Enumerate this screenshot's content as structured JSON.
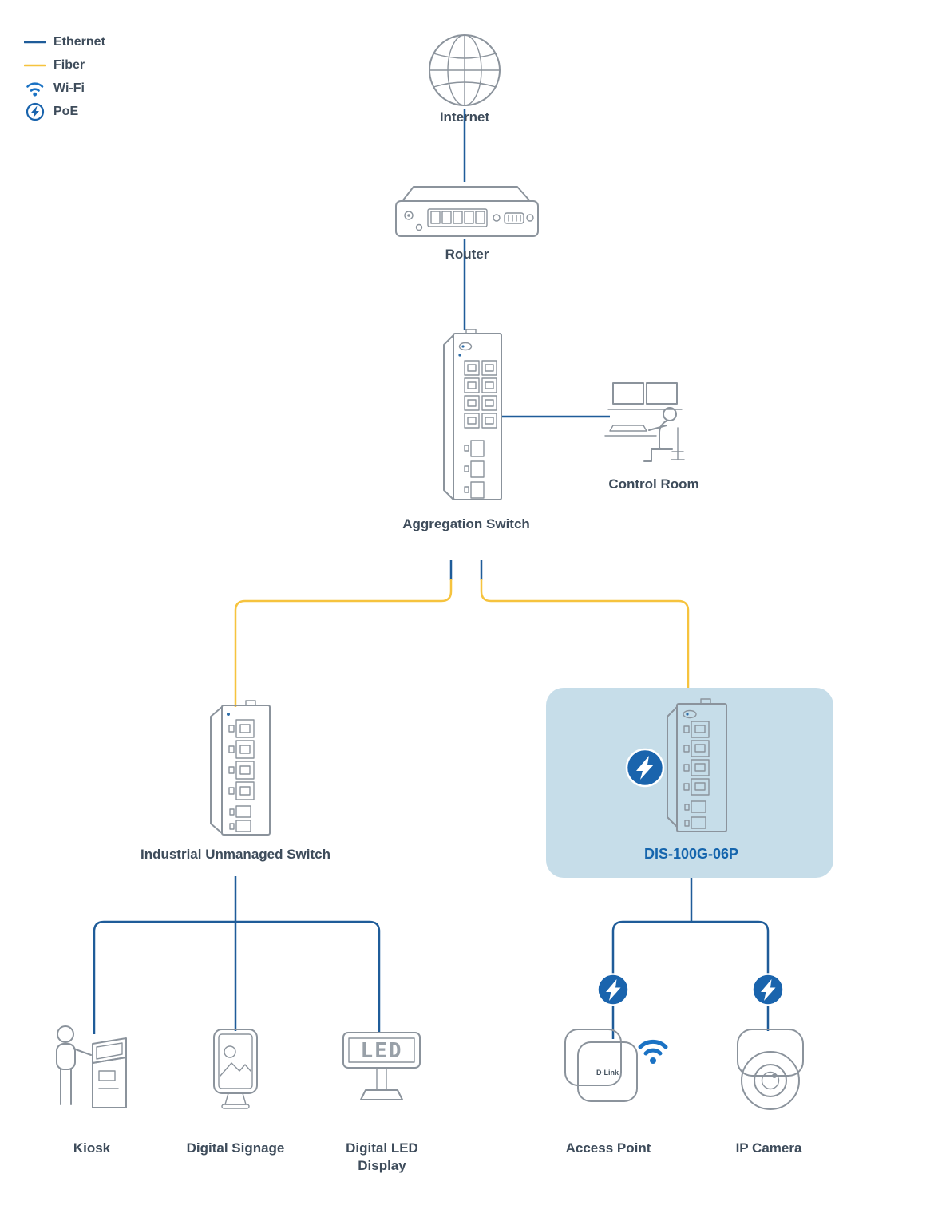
{
  "colors": {
    "ethernet_line": "#1f5c99",
    "fiber_line": "#f6c33e",
    "wifi_icon": "#1a72c4",
    "poe_badge": "#1a64ad",
    "highlight_box": "#c6dde9",
    "label_text": "#3e4c5b",
    "device_outline": "#8b939c",
    "dis_label": "#1565ad"
  },
  "legend": {
    "items": [
      {
        "id": "ethernet",
        "label": "Ethernet"
      },
      {
        "id": "fiber",
        "label": "Fiber"
      },
      {
        "id": "wifi",
        "label": "Wi-Fi"
      },
      {
        "id": "poe",
        "label": "PoE"
      }
    ]
  },
  "nodes": {
    "internet": {
      "label": "Internet"
    },
    "router": {
      "label": "Router"
    },
    "aggregation_switch": {
      "label": "Aggregation Switch"
    },
    "control_room": {
      "label": "Control Room"
    },
    "industrial_switch": {
      "label": "Industrial Unmanaged Switch"
    },
    "dis_switch": {
      "label": "DIS-100G-06P",
      "highlighted": true
    },
    "kiosk": {
      "label": "Kiosk"
    },
    "digital_signage": {
      "label": "Digital Signage"
    },
    "led_display": {
      "label": "Digital LED Display",
      "screen_text": "LED"
    },
    "access_point": {
      "label": "Access Point",
      "brand": "D-Link"
    },
    "ip_camera": {
      "label": "IP Camera"
    }
  },
  "links": [
    {
      "from": "internet",
      "to": "router",
      "type": "ethernet"
    },
    {
      "from": "router",
      "to": "aggregation_switch",
      "type": "ethernet"
    },
    {
      "from": "aggregation_switch",
      "to": "control_room",
      "type": "ethernet"
    },
    {
      "from": "aggregation_switch",
      "to": "industrial_switch",
      "type": "fiber"
    },
    {
      "from": "aggregation_switch",
      "to": "dis_switch",
      "type": "fiber"
    },
    {
      "from": "industrial_switch",
      "to": "kiosk",
      "type": "ethernet"
    },
    {
      "from": "industrial_switch",
      "to": "digital_signage",
      "type": "ethernet"
    },
    {
      "from": "industrial_switch",
      "to": "led_display",
      "type": "ethernet"
    },
    {
      "from": "dis_switch",
      "to": "access_point",
      "type": "ethernet",
      "poe": true
    },
    {
      "from": "dis_switch",
      "to": "ip_camera",
      "type": "ethernet",
      "poe": true
    }
  ]
}
